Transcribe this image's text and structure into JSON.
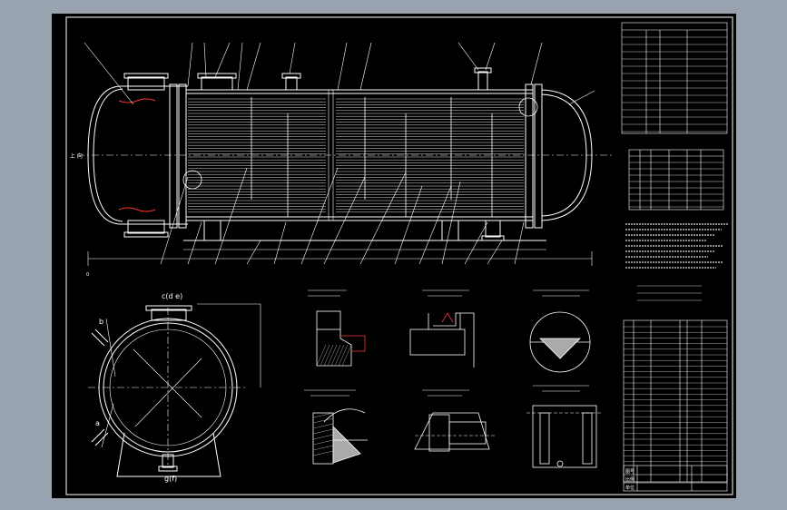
{
  "drawing": {
    "direction_label": "上 向",
    "nozzle_labels": {
      "top": "c(d e)",
      "left_a": "b",
      "left_b": "a",
      "bottom": "g(f)"
    },
    "bottom_left_zero": "0",
    "title_block": {
      "mark_1": "图号",
      "mark_2": "比例",
      "mark_3": "单位"
    }
  },
  "colors": {
    "background": "#9aa3b0",
    "sheet": "#000000",
    "line": "#ffffff",
    "accent": "#ff3333",
    "hatch": "#cccccc"
  }
}
